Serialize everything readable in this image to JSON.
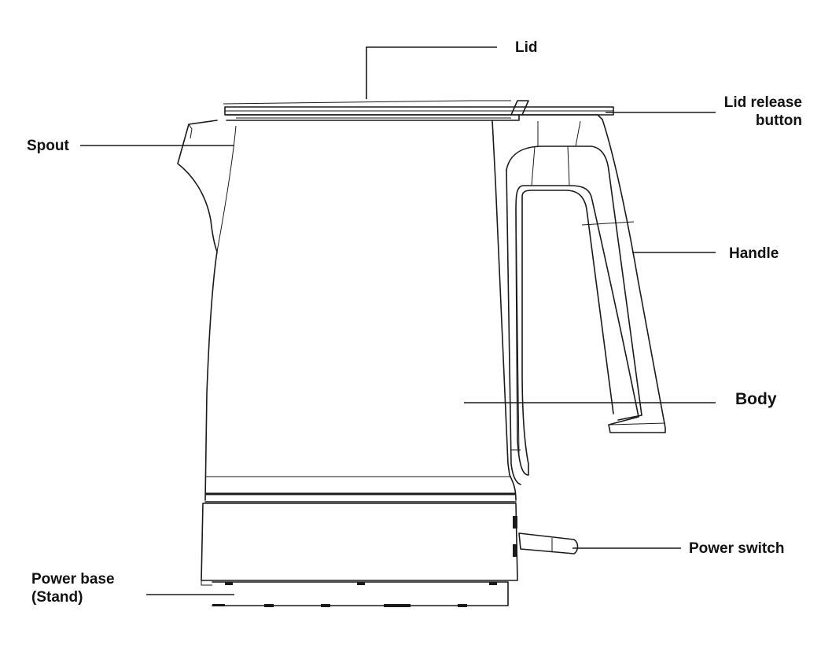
{
  "labels": {
    "lid": "Lid",
    "lid_release_line1": "Lid release",
    "lid_release_line2": "button",
    "spout": "Spout",
    "handle": "Handle",
    "body": "Body",
    "power_switch": "Power switch",
    "power_base_line1": "Power base",
    "power_base_line2": "(Stand)"
  },
  "colors": {
    "line": "#1a1a1a",
    "background": "#ffffff"
  }
}
